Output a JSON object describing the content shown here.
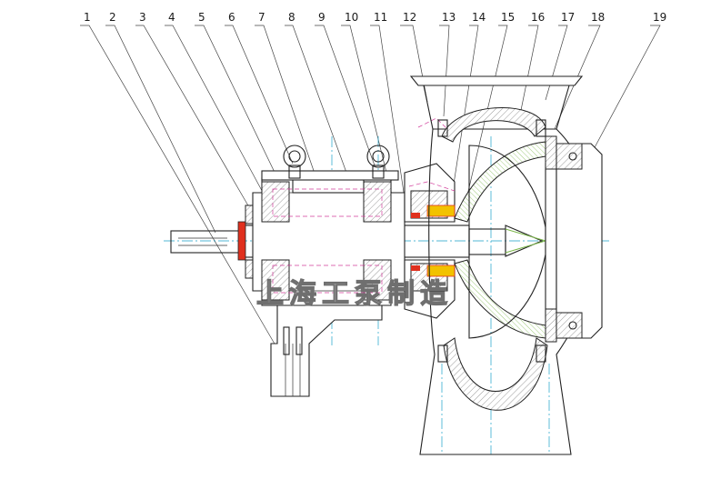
{
  "part_numbers": [
    "1",
    "2",
    "3",
    "4",
    "5",
    "6",
    "7",
    "8",
    "9",
    "10",
    "11",
    "12",
    "13",
    "14",
    "15",
    "16",
    "17",
    "18",
    "19"
  ],
  "watermark": {
    "text": "上海工泵制造",
    "color": "#6f6f6f"
  },
  "colors": {
    "outline": "#222222",
    "center_line": "#1aa0c8",
    "hidden_line": "#d23c9b",
    "seal_red": "#e0301e",
    "seal_yellow": "#f2c200",
    "impeller_green": "#7ab648"
  }
}
